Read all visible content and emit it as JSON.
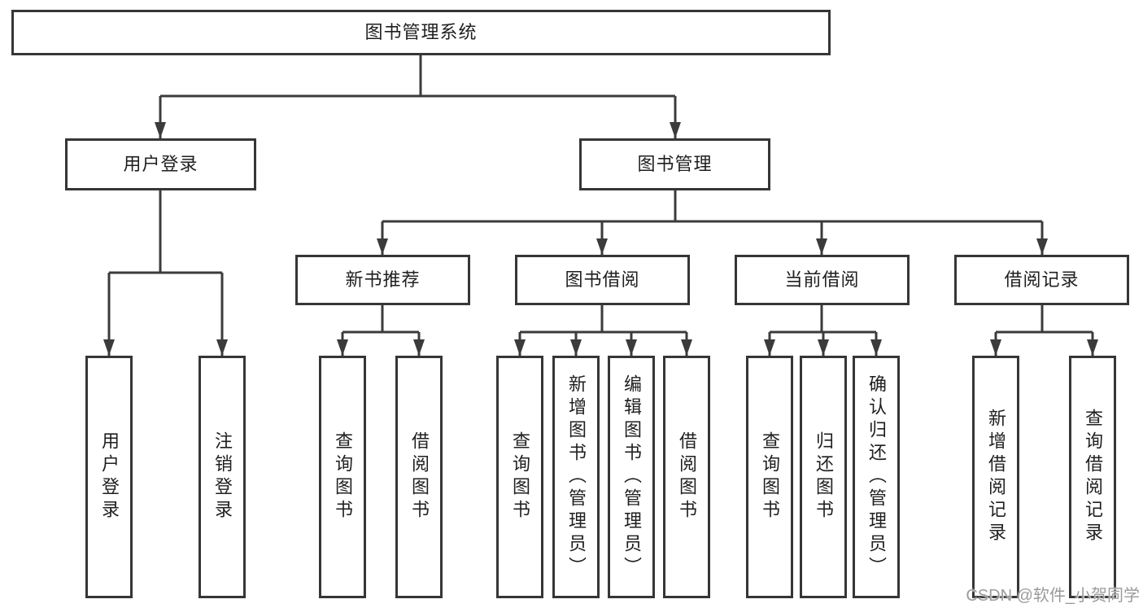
{
  "diagram": {
    "root": {
      "label": "图书管理系统"
    },
    "level2": [
      {
        "label": "用户登录",
        "children": [
          {
            "label": "用户登录"
          },
          {
            "label": "注销登录"
          }
        ]
      },
      {
        "label": "图书管理",
        "children": [
          {
            "label": "新书推荐",
            "children": [
              {
                "label": "查询图书"
              },
              {
                "label": "借阅图书"
              }
            ]
          },
          {
            "label": "图书借阅",
            "children": [
              {
                "label": "查询图书"
              },
              {
                "label": "新增图书（管理员）"
              },
              {
                "label": "编辑图书（管理员）"
              },
              {
                "label": "借阅图书"
              }
            ]
          },
          {
            "label": "当前借阅",
            "children": [
              {
                "label": "查询图书"
              },
              {
                "label": "归还图书"
              },
              {
                "label": "确认归还（管理员）"
              }
            ]
          },
          {
            "label": "借阅记录",
            "children": [
              {
                "label": "新增借阅记录"
              },
              {
                "label": "查询借阅记录"
              }
            ]
          }
        ]
      }
    ]
  },
  "watermark": {
    "text": "CSDN @软件_小贺同学",
    "color": "#9b9b9b"
  },
  "colors": {
    "line-color": "#3b3b3b",
    "border-color": "#363636",
    "text-color": "#1f1f1f",
    "bg-color": "#ffffff"
  }
}
